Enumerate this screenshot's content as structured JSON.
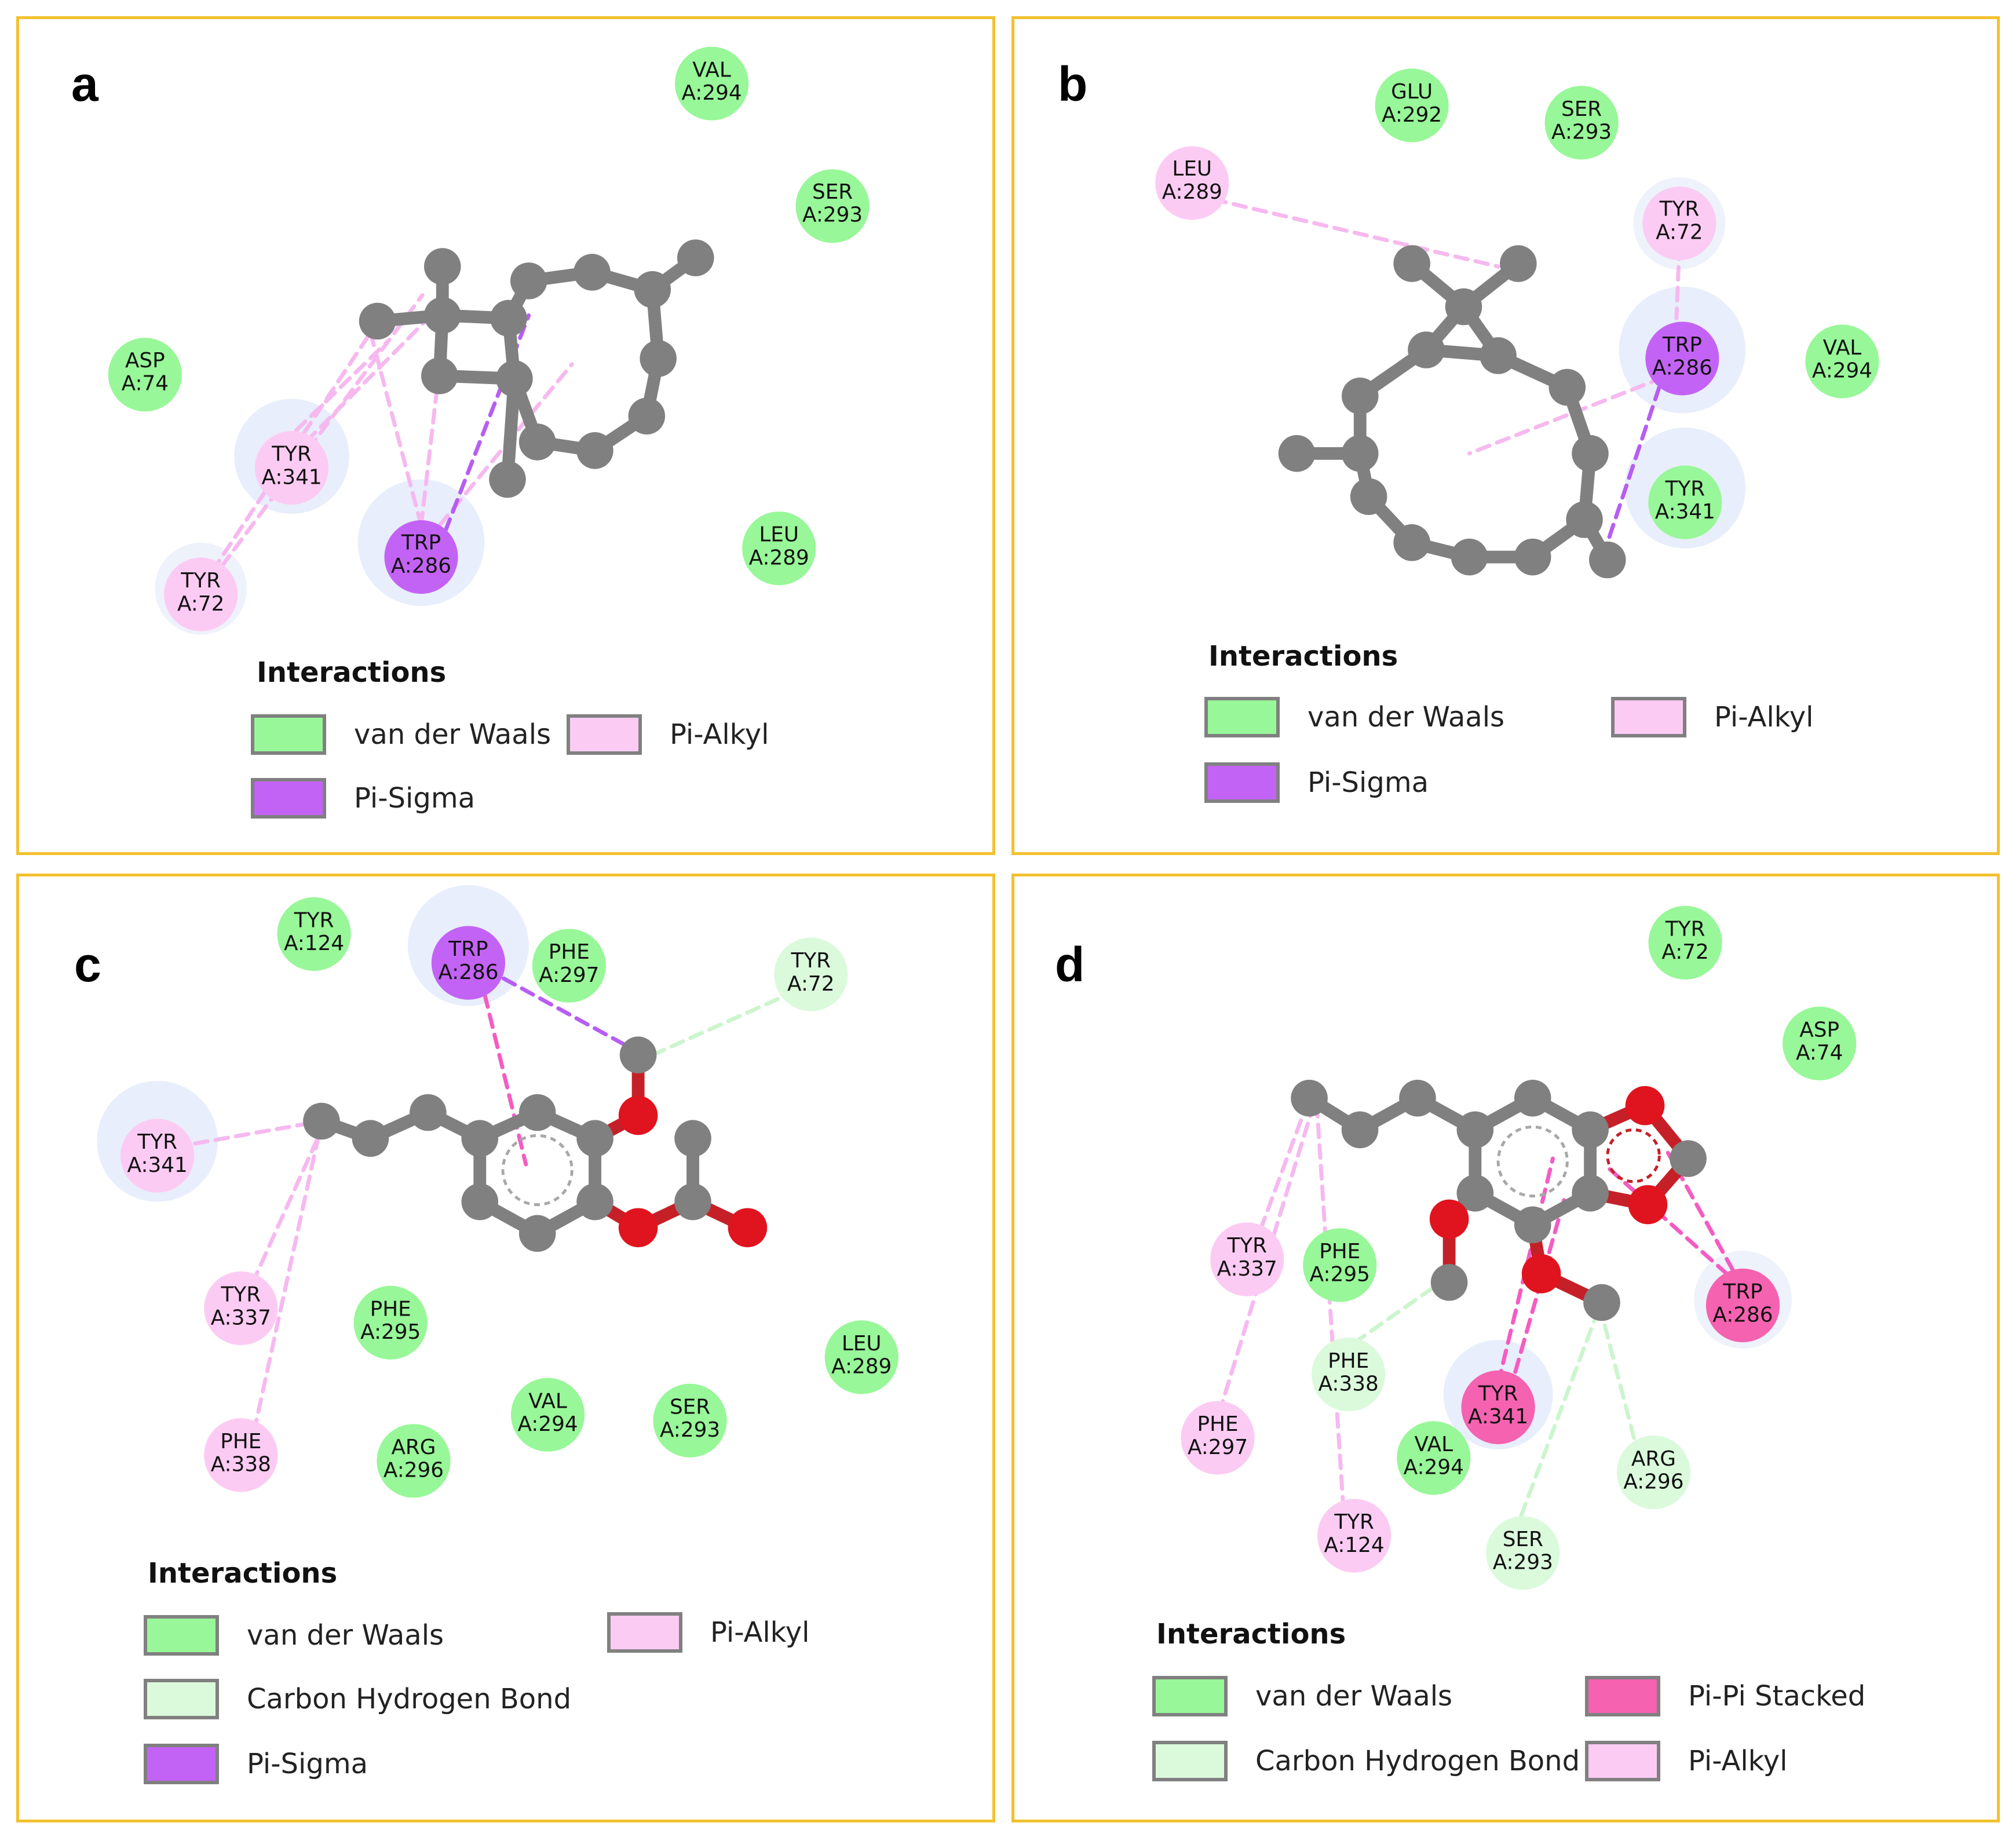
{
  "colors": {
    "van_der_waals": "#98f798",
    "pi_alkyl": "#fccbf3",
    "pi_sigma": "#c363f5",
    "carbon_hydrogen_bond": "#dbfadc",
    "pi_pi_stacked": "#f562b0",
    "carbon": "#808080",
    "oxygen": "#e0141e",
    "halo": "#e8eefb",
    "border": "#f2c12e"
  },
  "legend_title": "Interactions",
  "panels": [
    {
      "label": "a",
      "residues": [
        {
          "name": "VAL",
          "id": "A:294",
          "type": "van_der_waals"
        },
        {
          "name": "SER",
          "id": "A:293",
          "type": "van_der_waals"
        },
        {
          "name": "ASP",
          "id": "A:74",
          "type": "van_der_waals"
        },
        {
          "name": "TYR",
          "id": "A:341",
          "type": "pi_alkyl"
        },
        {
          "name": "TRP",
          "id": "A:286",
          "type": "pi_sigma"
        },
        {
          "name": "TYR",
          "id": "A:72",
          "type": "pi_alkyl"
        },
        {
          "name": "LEU",
          "id": "A:289",
          "type": "van_der_waals"
        }
      ],
      "legend": [
        {
          "label": "van der Waals",
          "type": "van_der_waals"
        },
        {
          "label": "Pi-Alkyl",
          "type": "pi_alkyl"
        },
        {
          "label": "Pi-Sigma",
          "type": "pi_sigma"
        }
      ]
    },
    {
      "label": "b",
      "residues": [
        {
          "name": "GLU",
          "id": "A:292",
          "type": "van_der_waals"
        },
        {
          "name": "SER",
          "id": "A:293",
          "type": "van_der_waals"
        },
        {
          "name": "LEU",
          "id": "A:289",
          "type": "pi_alkyl"
        },
        {
          "name": "TYR",
          "id": "A:72",
          "type": "pi_alkyl"
        },
        {
          "name": "TRP",
          "id": "A:286",
          "type": "pi_sigma"
        },
        {
          "name": "VAL",
          "id": "A:294",
          "type": "van_der_waals"
        },
        {
          "name": "TYR",
          "id": "A:341",
          "type": "van_der_waals"
        }
      ],
      "legend": [
        {
          "label": "van der Waals",
          "type": "van_der_waals"
        },
        {
          "label": "Pi-Alkyl",
          "type": "pi_alkyl"
        },
        {
          "label": "Pi-Sigma",
          "type": "pi_sigma"
        }
      ]
    },
    {
      "label": "c",
      "residues": [
        {
          "name": "TYR",
          "id": "A:124",
          "type": "van_der_waals"
        },
        {
          "name": "TRP",
          "id": "A:286",
          "type": "pi_sigma"
        },
        {
          "name": "PHE",
          "id": "A:297",
          "type": "van_der_waals"
        },
        {
          "name": "TYR",
          "id": "A:72",
          "type": "carbon_hydrogen_bond"
        },
        {
          "name": "TYR",
          "id": "A:341",
          "type": "pi_alkyl"
        },
        {
          "name": "TYR",
          "id": "A:337",
          "type": "pi_alkyl"
        },
        {
          "name": "PHE",
          "id": "A:295",
          "type": "van_der_waals"
        },
        {
          "name": "LEU",
          "id": "A:289",
          "type": "van_der_waals"
        },
        {
          "name": "VAL",
          "id": "A:294",
          "type": "van_der_waals"
        },
        {
          "name": "SER",
          "id": "A:293",
          "type": "van_der_waals"
        },
        {
          "name": "PHE",
          "id": "A:338",
          "type": "pi_alkyl"
        },
        {
          "name": "ARG",
          "id": "A:296",
          "type": "van_der_waals"
        }
      ],
      "legend": [
        {
          "label": "van der Waals",
          "type": "van_der_waals"
        },
        {
          "label": "Pi-Alkyl",
          "type": "pi_alkyl"
        },
        {
          "label": "Carbon Hydrogen Bond",
          "type": "carbon_hydrogen_bond"
        },
        {
          "label": "Pi-Sigma",
          "type": "pi_sigma"
        }
      ]
    },
    {
      "label": "d",
      "residues": [
        {
          "name": "TYR",
          "id": "A:72",
          "type": "van_der_waals"
        },
        {
          "name": "ASP",
          "id": "A:74",
          "type": "van_der_waals"
        },
        {
          "name": "TYR",
          "id": "A:337",
          "type": "pi_alkyl"
        },
        {
          "name": "PHE",
          "id": "A:295",
          "type": "van_der_waals"
        },
        {
          "name": "TRP",
          "id": "A:286",
          "type": "pi_pi_stacked"
        },
        {
          "name": "PHE",
          "id": "A:338",
          "type": "carbon_hydrogen_bond"
        },
        {
          "name": "TYR",
          "id": "A:341",
          "type": "pi_pi_stacked"
        },
        {
          "name": "PHE",
          "id": "A:297",
          "type": "pi_alkyl"
        },
        {
          "name": "VAL",
          "id": "A:294",
          "type": "van_der_waals"
        },
        {
          "name": "ARG",
          "id": "A:296",
          "type": "carbon_hydrogen_bond"
        },
        {
          "name": "TYR",
          "id": "A:124",
          "type": "pi_alkyl"
        },
        {
          "name": "SER",
          "id": "A:293",
          "type": "carbon_hydrogen_bond"
        }
      ],
      "legend": [
        {
          "label": "van der Waals",
          "type": "van_der_waals"
        },
        {
          "label": "Pi-Pi Stacked",
          "type": "pi_pi_stacked"
        },
        {
          "label": "Carbon Hydrogen Bond",
          "type": "carbon_hydrogen_bond"
        },
        {
          "label": "Pi-Alkyl",
          "type": "pi_alkyl"
        }
      ]
    }
  ]
}
